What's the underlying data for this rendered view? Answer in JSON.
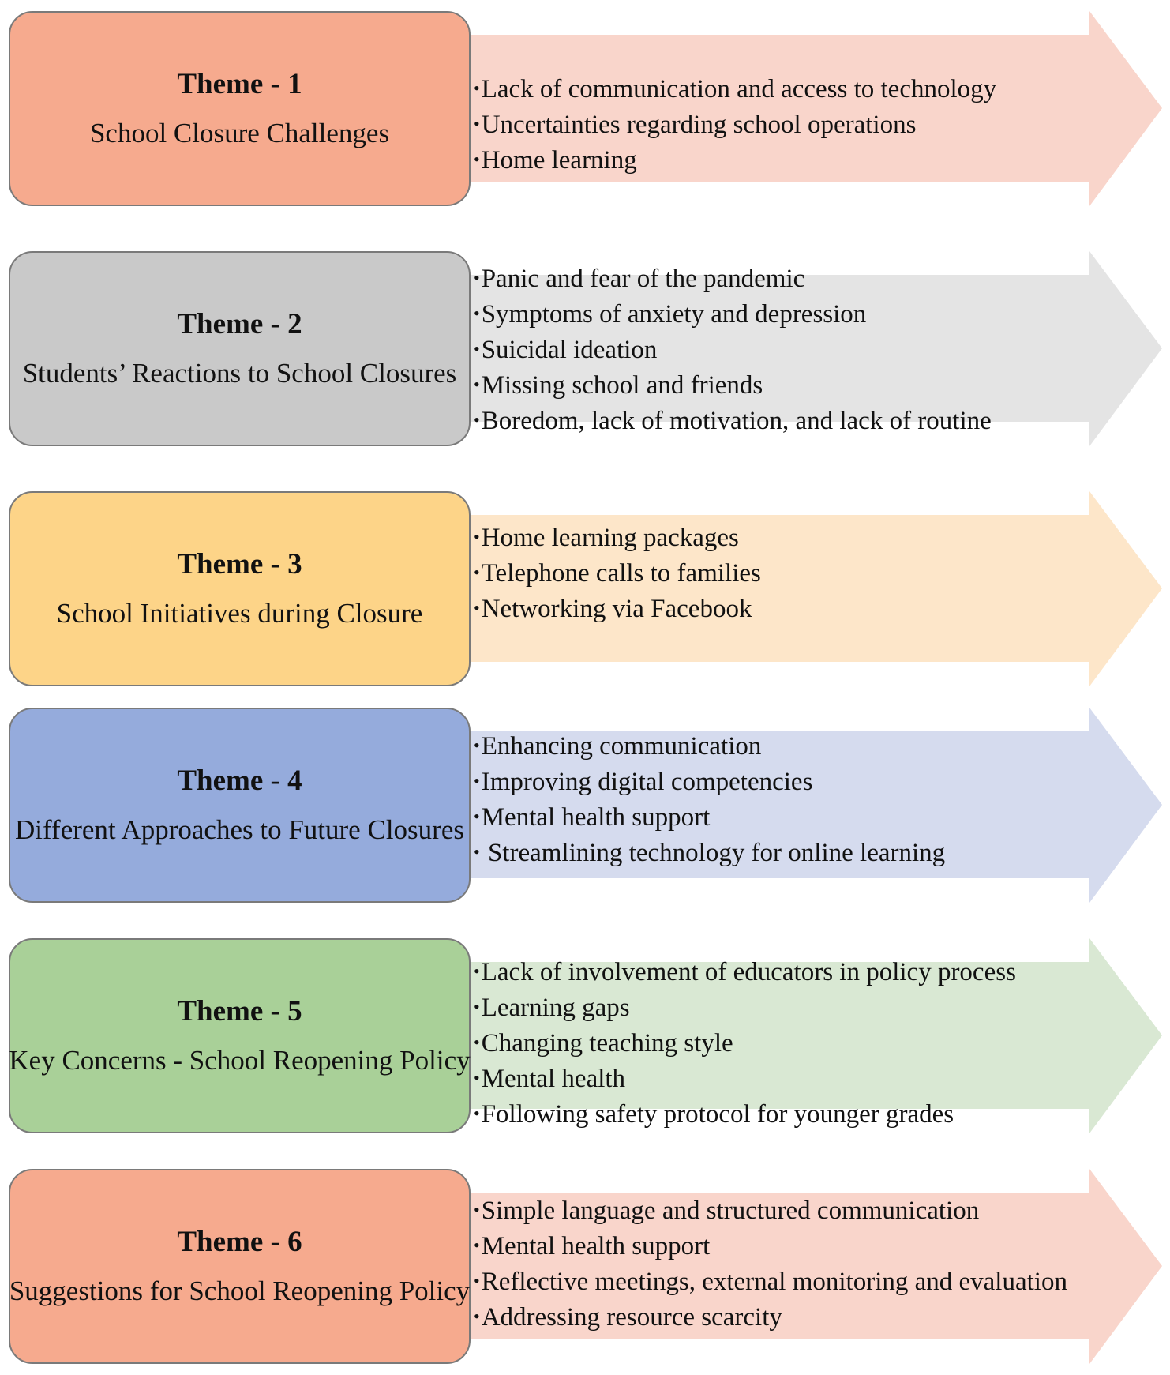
{
  "themes": [
    {
      "label": "Theme",
      "separator": "-",
      "number": "1",
      "title": "School Closure Challenges",
      "box_color": "#f6aa8e",
      "arrow_color": "#f9d5cb",
      "items": [
        "Lack of communication and access to technology",
        "Uncertainties regarding school operations",
        "Home learning"
      ]
    },
    {
      "label": "Theme",
      "separator": "-",
      "number": "2",
      "title": "Students’ Reactions to School Closures",
      "box_color": "#c9c9c9",
      "arrow_color": "#e4e4e4",
      "items": [
        "Panic and fear of the pandemic",
        "Symptoms of anxiety and depression",
        "Suicidal ideation",
        "Missing school and friends",
        "Boredom, lack of motivation, and lack of routine"
      ]
    },
    {
      "label": "Theme",
      "separator": "-",
      "number": "3",
      "title": "School Initiatives during Closure",
      "box_color": "#fdd488",
      "arrow_color": "#fde6c9",
      "items": [
        "Home learning packages",
        "Telephone calls to families",
        "Networking via Facebook"
      ]
    },
    {
      "label": "Theme",
      "separator": "-",
      "number": "4",
      "title": "Different Approaches to Future Closures",
      "box_color": "#95abdc",
      "arrow_color": "#d5dbee",
      "items": [
        "Enhancing communication",
        "Improving digital competencies",
        "Mental health support",
        " Streamlining technology for online learning"
      ]
    },
    {
      "label": "Theme",
      "separator": "-",
      "number": "5",
      "title": "Key Concerns - School Reopening Policy",
      "box_color": "#a9d098",
      "arrow_color": "#d9e8d3",
      "items": [
        "Lack of involvement of educators in policy process",
        "Learning gaps",
        "Changing teaching style",
        "Mental health",
        "Following safety protocol for younger grades"
      ]
    },
    {
      "label": "Theme",
      "separator": "-",
      "number": "6",
      "title": "Suggestions for School Reopening Policy",
      "box_color": "#f6aa8e",
      "arrow_color": "#f9d5cb",
      "items": [
        "Simple language and structured communication",
        "Mental health support",
        "Reflective meetings, external monitoring and evaluation",
        "Addressing resource scarcity"
      ]
    }
  ]
}
